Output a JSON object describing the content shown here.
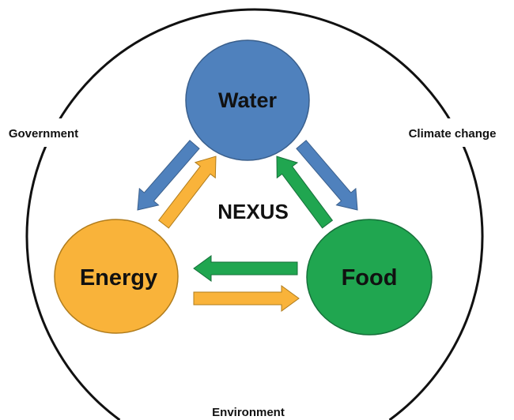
{
  "nodes": {
    "water": {
      "label": "Water",
      "color": "#4f81bd"
    },
    "energy": {
      "label": "Energy",
      "color": "#f9b33a"
    },
    "food": {
      "label": "Food",
      "color": "#20a650"
    }
  },
  "center_label": "NEXUS",
  "context": {
    "left": "Government",
    "right": "Climate change",
    "bottom": "Environment"
  },
  "arrows": [
    {
      "from": "water",
      "to": "energy",
      "color": "#4f81bd"
    },
    {
      "from": "energy",
      "to": "water",
      "color": "#f9b33a"
    },
    {
      "from": "water",
      "to": "food",
      "color": "#4f81bd"
    },
    {
      "from": "food",
      "to": "water",
      "color": "#20a650"
    },
    {
      "from": "food",
      "to": "energy",
      "color": "#20a650"
    },
    {
      "from": "energy",
      "to": "food",
      "color": "#f9b33a"
    }
  ]
}
